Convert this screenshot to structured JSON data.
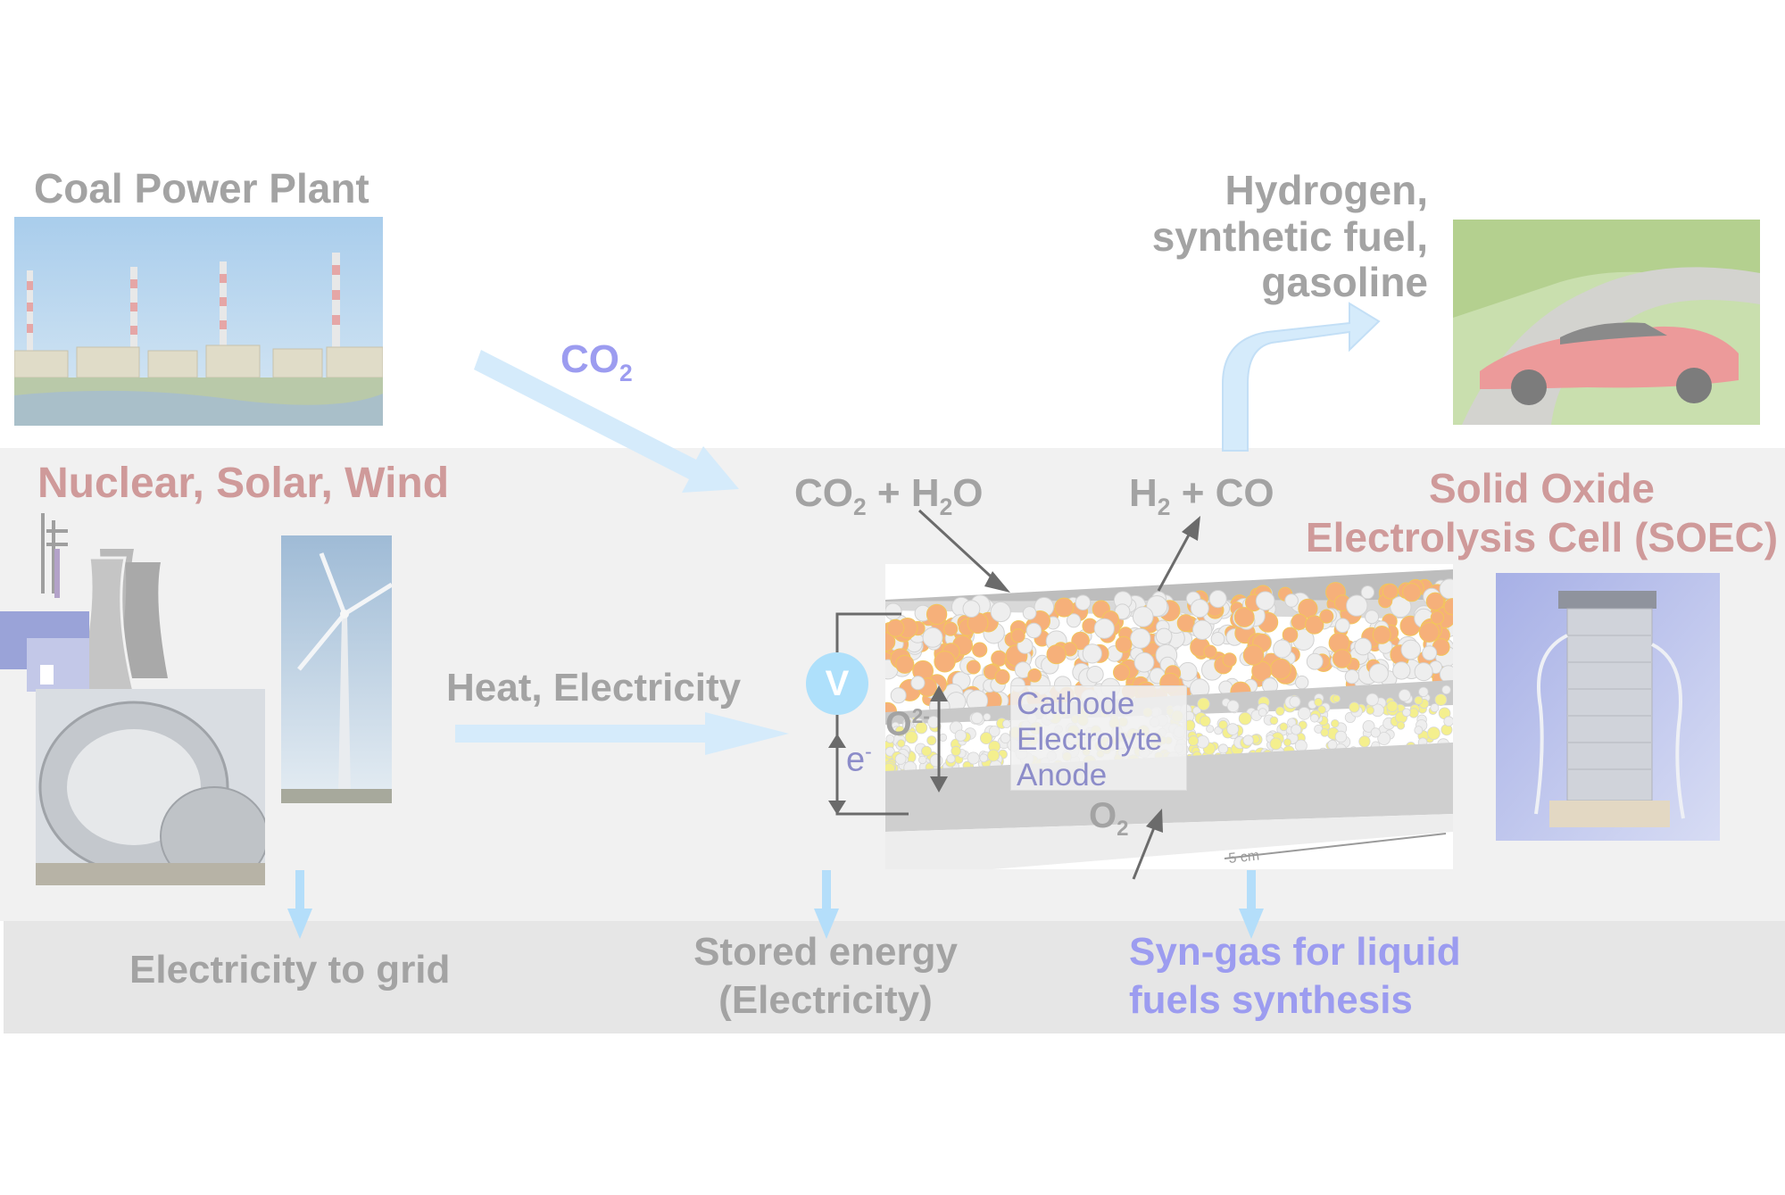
{
  "labels": {
    "coal_plant": "Coal Power Plant",
    "renewables": "Nuclear, Solar, Wind",
    "co2": "CO",
    "co2_sub": "2",
    "reactants": {
      "a": "CO",
      "a_sub": "2",
      "b": " + H",
      "b_sub": "2",
      "c": "O"
    },
    "products": {
      "a": "H",
      "a_sub": "2",
      "b": " + CO"
    },
    "fuels": [
      "Hydrogen,",
      "synthetic fuel,",
      "gasoline"
    ],
    "soec": [
      "Solid Oxide",
      "Electrolysis Cell (SOEC)"
    ],
    "heat_electricity": "Heat, Electricity",
    "voltmeter": "V",
    "oxide_ion": "O",
    "oxide_ion_sup": "2-",
    "electron": "e",
    "electron_sup": "-",
    "oxygen": "O",
    "oxygen_sub": "2",
    "layers": [
      "Cathode",
      "Electrolyte",
      "Anode"
    ],
    "scale": "5 cm",
    "outputs": {
      "grid": "Electricity to grid",
      "stored": [
        "Stored energy",
        "(Electricity)"
      ],
      "syngas": [
        "Syn-gas for liquid",
        "fuels synthesis"
      ]
    }
  },
  "colors": {
    "gray_text": "#a3a3a3",
    "rose_text": "#cf9a9a",
    "blue_text": "#9c9cf0",
    "arrow_fill": "#d5ebfb",
    "band_light": "#f1f1f1",
    "band_dark": "#e6e6e6"
  },
  "icons": {
    "voltmeter": "voltmeter-icon",
    "nuclear_plant": "nuclear-plant-icon"
  }
}
